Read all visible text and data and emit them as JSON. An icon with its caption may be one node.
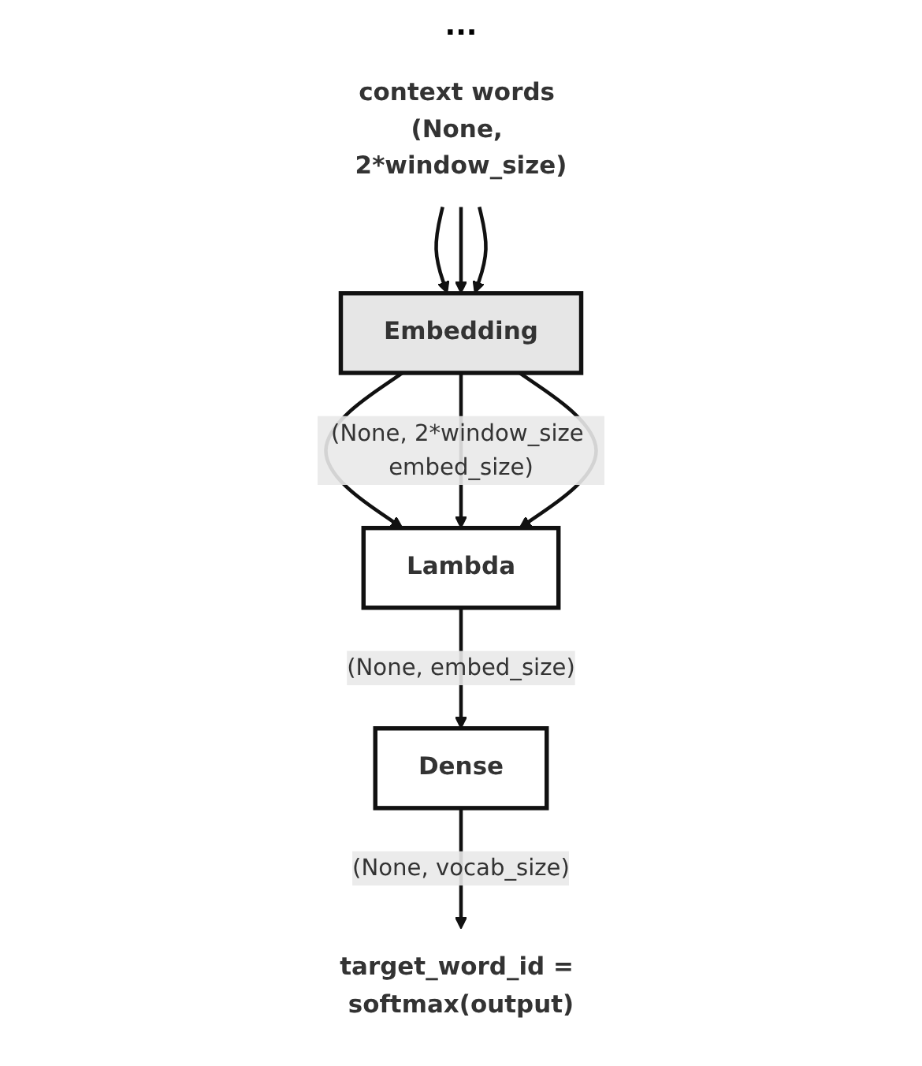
{
  "diagram": {
    "nodes": [
      {
        "text": [
          "context words (None, 2*window_size)"
        ]
      },
      {
        "text": [
          "Embedding"
        ]
      },
      {
        "text": [
          "Lambda"
        ]
      },
      {
        "text": [
          "Dense"
        ]
      },
      {
        "text": [
          "target_word_id = softmax(output)"
        ]
      }
    ],
    "edges": [
      {
        "from": 0,
        "to": 1,
        "arrow": "to"
      },
      {
        "from": 0,
        "to": 1,
        "arrow": "to"
      },
      {
        "from": 0,
        "to": 1,
        "arrow": "to"
      },
      {
        "from": 1,
        "to": 2,
        "arrow": "to"
      },
      {
        "from": 1,
        "to": 2,
        "arrow": "to",
        "label": "(None, 2*window_size embed_size)"
      },
      {
        "from": 1,
        "to": 2,
        "arrow": "to"
      },
      {
        "from": 2,
        "to": 3,
        "arrow": "to",
        "label": "(None, embed_size)"
      },
      {
        "from": 3,
        "to": 4,
        "arrow": "to",
        "label": "(None, vocab_size)"
      }
    ],
    "labels": [
      "..."
    ]
  }
}
